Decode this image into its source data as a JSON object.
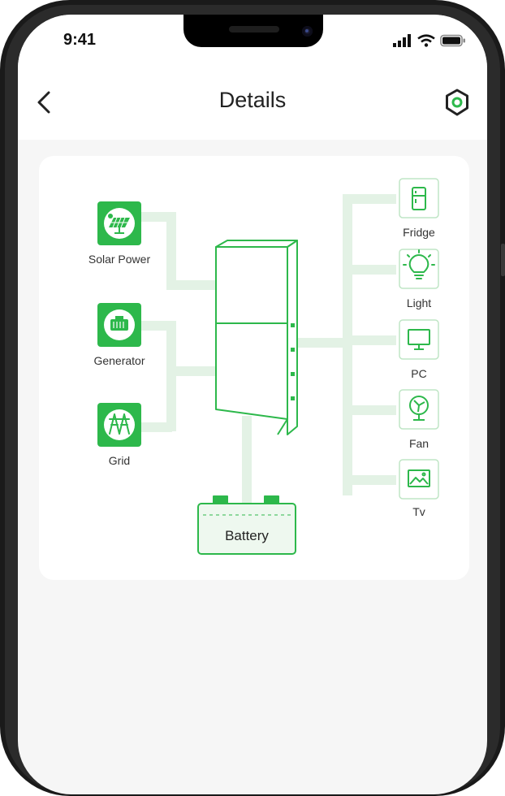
{
  "status_bar": {
    "time": "9:41"
  },
  "header": {
    "title": "Details"
  },
  "sources": [
    {
      "label": "Solar Power",
      "icon": "solar-panel-icon"
    },
    {
      "label": "Generator",
      "icon": "generator-icon"
    },
    {
      "label": "Grid",
      "icon": "power-tower-icon"
    }
  ],
  "loads": [
    {
      "label": "Fridge",
      "icon": "fridge-icon"
    },
    {
      "label": "Light",
      "icon": "light-bulb-icon"
    },
    {
      "label": "PC",
      "icon": "monitor-icon"
    },
    {
      "label": "Fan",
      "icon": "fan-icon"
    },
    {
      "label": "Tv",
      "icon": "tv-icon"
    }
  ],
  "inverter": {
    "icon": "inverter-icon"
  },
  "battery": {
    "label": "Battery",
    "icon": "battery-icon"
  },
  "colors": {
    "accent": "#2db84b",
    "line": "#e3f2e5",
    "battery_fill": "#eef8ef",
    "screen_bg": "#f6f6f6"
  }
}
